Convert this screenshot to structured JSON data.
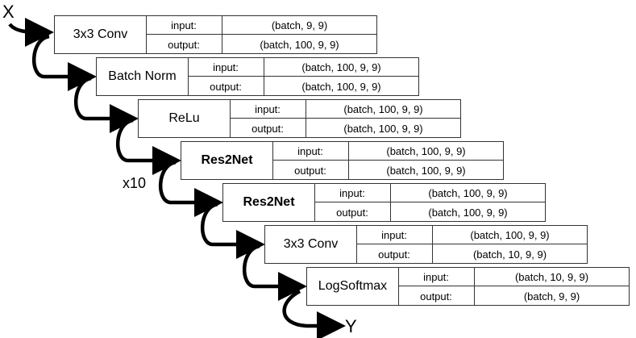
{
  "input_label": "X",
  "output_label": "Y",
  "repeat_label": "x10",
  "io_labels": {
    "input": "input:",
    "output": "output:"
  },
  "layers": [
    {
      "name": "3x3 Conv",
      "bold": false,
      "input": "(batch, 9, 9)",
      "output": "(batch, 100, 9, 9)"
    },
    {
      "name": "Batch Norm",
      "bold": false,
      "input": "(batch, 100, 9, 9)",
      "output": "(batch, 100, 9, 9)"
    },
    {
      "name": "ReLu",
      "bold": false,
      "input": "(batch, 100, 9, 9)",
      "output": "(batch, 100, 9, 9)"
    },
    {
      "name": "Res2Net",
      "bold": true,
      "input": "(batch, 100, 9, 9)",
      "output": "(batch, 100, 9, 9)"
    },
    {
      "name": "Res2Net",
      "bold": true,
      "input": "(batch, 100, 9, 9)",
      "output": "(batch, 100, 9, 9)"
    },
    {
      "name": "3x3 Conv",
      "bold": false,
      "input": "(batch, 100, 9, 9)",
      "output": "(batch, 10, 9, 9)"
    },
    {
      "name": "LogSoftmax",
      "bold": false,
      "input": "(batch, 10, 9, 9)",
      "output": "(batch, 9, 9)"
    }
  ]
}
